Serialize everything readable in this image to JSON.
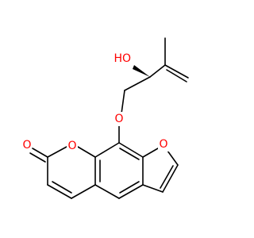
{
  "labels": {
    "hydroxyl": "HO",
    "ether_oxygen": "O",
    "carbonyl_oxygen": "O",
    "ring_oxygen_lactone": "O",
    "ring_oxygen_furan": "O"
  },
  "colors": {
    "bond": "#000000",
    "oxygen": "#ff0000",
    "background": "#ffffff"
  }
}
